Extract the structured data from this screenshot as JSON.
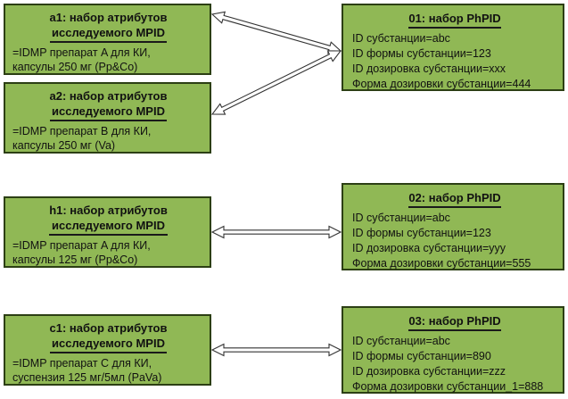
{
  "mpid_boxes": [
    {
      "id": "a1",
      "title_line1": "a1: набор атрибутов",
      "title_line2": "исследуемого MPID",
      "lines": [
        "=IDMP препарат A для КИ,",
        "капсулы 250 мг (Pp&Co)"
      ]
    },
    {
      "id": "a2",
      "title_line1": "a2: набор атрибутов",
      "title_line2": "исследуемого MPID",
      "lines": [
        "=IDMP препарат B для КИ,",
        "капсулы 250 мг (Va)"
      ]
    },
    {
      "id": "h1",
      "title_line1": "h1: набор атрибутов",
      "title_line2": "исследуемого MPID",
      "lines": [
        "=IDMP препарат A для КИ,",
        "капсулы 125 мг (Pp&Co)"
      ]
    },
    {
      "id": "c1",
      "title_line1": "c1: набор атрибутов",
      "title_line2": "исследуемого MPID",
      "lines": [
        "=IDMP препарат C для КИ,",
        "суспензия 125 мг/5мл (PaVa)"
      ]
    }
  ],
  "phpid_boxes": [
    {
      "id": "01",
      "title": "01: набор PhPID",
      "lines": [
        "ID субстанции=abc",
        "ID формы субстанции=123",
        "ID дозировка субстанции=xxx",
        "Форма дозировки субстанции=444"
      ]
    },
    {
      "id": "02",
      "title": "02: набор PhPID",
      "lines": [
        "ID субстанции=abc",
        "ID формы субстанции=123",
        "ID дозировка субстанции=yyy",
        "Форма дозировки субстанции=555"
      ]
    },
    {
      "id": "03",
      "title": "03: набор PhPID",
      "lines": [
        "ID субстанции=abc",
        "ID формы субстанции=890",
        "ID дозировка субстанции=zzz",
        "Форма дозировки субстанции_1=888"
      ]
    }
  ],
  "links": [
    {
      "from": "a1",
      "to": "01",
      "style": "double-arrow"
    },
    {
      "from": "a2",
      "to": "01",
      "style": "double-arrow"
    },
    {
      "from": "h1",
      "to": "02",
      "style": "double-arrow"
    },
    {
      "from": "c1",
      "to": "03",
      "style": "double-arrow"
    }
  ],
  "colors": {
    "box_fill": "#90b855",
    "box_border": "#2c3f14",
    "arrow": "#333333"
  }
}
